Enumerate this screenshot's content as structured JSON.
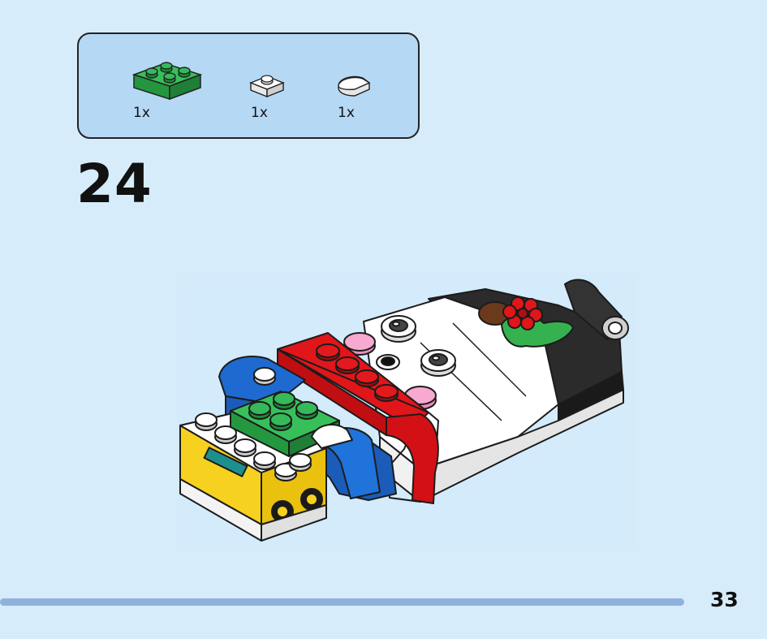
{
  "parts": [
    {
      "name": "green-2x2-plate",
      "quantity": "1x",
      "color": "#2fad4e"
    },
    {
      "name": "white-1x1-plate",
      "quantity": "1x",
      "color": "#ffffff"
    },
    {
      "name": "white-1x1-round-tile",
      "quantity": "1x",
      "color": "#ffffff"
    }
  ],
  "step": {
    "number": "24"
  },
  "page": {
    "number": "33"
  },
  "colors": {
    "background": "#d6ecfb",
    "parts_box": "#b5d8f4",
    "progress_bar": "#8fb1dc",
    "red": "#e0161a",
    "blue": "#1f6ad0",
    "yellow": "#f6d11f",
    "green": "#2fad4e",
    "pink": "#f7a9cf",
    "black": "#2a2a2a"
  }
}
